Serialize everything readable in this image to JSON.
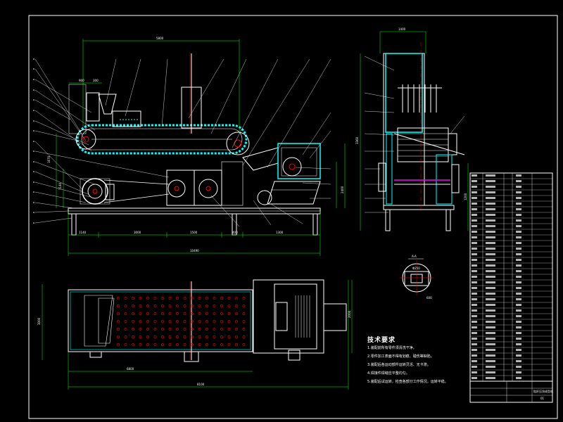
{
  "drawing": {
    "colors": {
      "background": "#000000",
      "frame": "#ffffff",
      "part": "#00ffff",
      "belt": "#00ffff",
      "dimension": "#00ff00",
      "centerline": "#ff0000",
      "leader": "#ffffff",
      "hole": "#ff0000",
      "shaft": "#ff00ff"
    },
    "front_dims": {
      "top": "5800",
      "left_a": "1670",
      "left_b": "1140",
      "right": "2400",
      "bottom_seg": [
        "1140",
        "3000",
        "1500",
        "400",
        "1300"
      ],
      "total": "10490",
      "top_small": "900",
      "top_small2": "300"
    },
    "side_dims": {
      "top": "1400",
      "left": "3360",
      "right": "1200"
    },
    "plan_dims": {
      "left": "3000",
      "bottom_a": "6800",
      "total": "8100",
      "right": "2000"
    },
    "section": {
      "label": "A-A",
      "dim_a": "Φ250",
      "dim_b": "600"
    }
  },
  "tech_requirements": {
    "title": "技术要求",
    "items": [
      "1.装配前所有零件须清洗干净。",
      "2.零件加工表面不得有划痕、碰伤等缺陷。",
      "3.装配后各运动部件运转灵活、无卡滞。",
      "4.焊接件焊缝应平整均匀。",
      "5.装配后试运转，检查各部分工作情况，运转平稳。"
    ]
  },
  "title_block": {
    "name": "秸秆压块成型机",
    "code": "01"
  }
}
